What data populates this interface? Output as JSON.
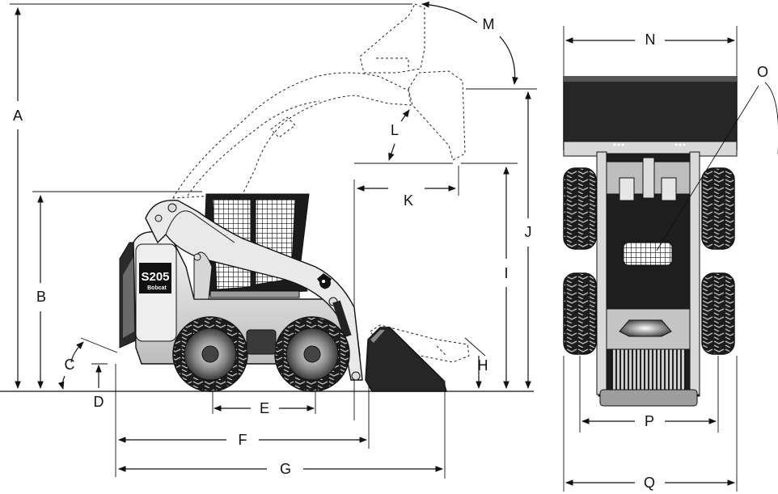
{
  "dimension_labels": {
    "A": "A",
    "B": "B",
    "C": "C",
    "D": "D",
    "E": "E",
    "F": "F",
    "G": "G",
    "H": "H",
    "I": "I",
    "J": "J",
    "K": "K",
    "L": "L",
    "M": "M",
    "N": "N",
    "O": "O",
    "P": "P",
    "Q": "Q"
  },
  "machine": {
    "model": "S205",
    "brand": "Bobcat"
  },
  "colors": {
    "line": "#111111",
    "body_dark": "#2a2a2a",
    "body_mid": "#8c8c8c",
    "body_light": "#d9d9d9",
    "background": "#ffffff"
  }
}
